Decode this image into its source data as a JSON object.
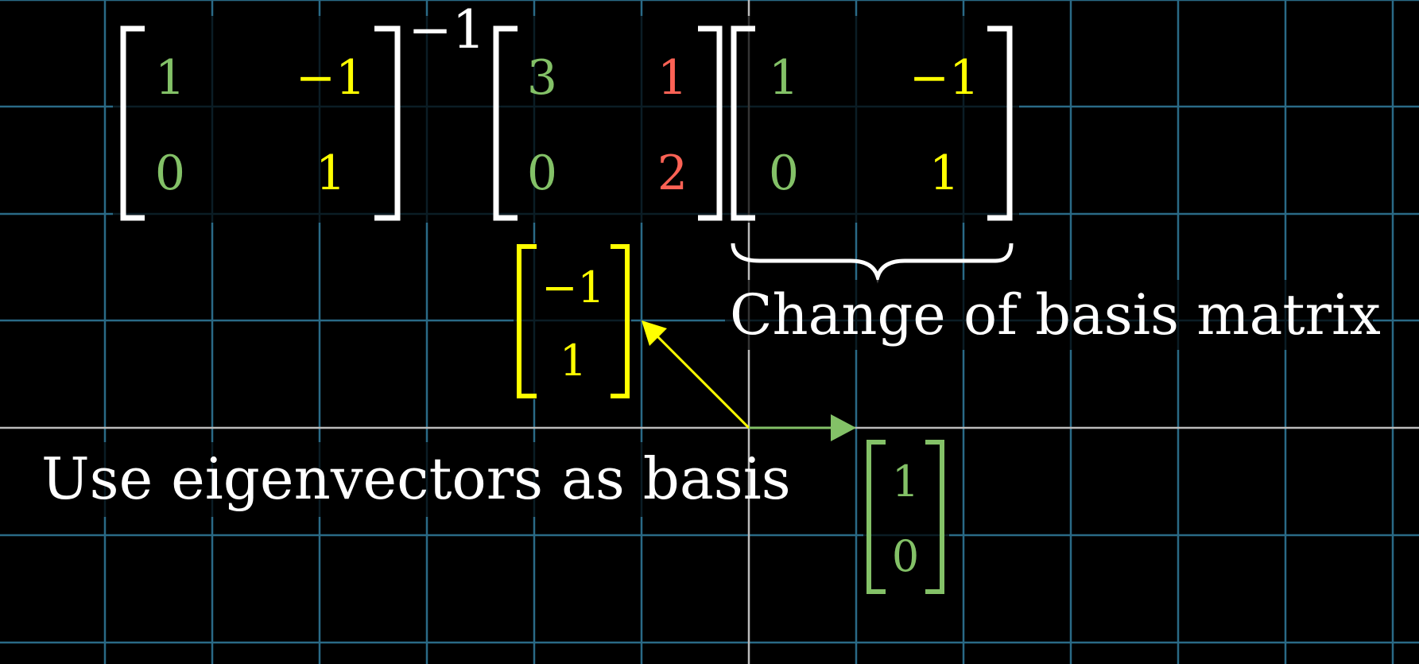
{
  "colors": {
    "background": "#000000",
    "grid": "#2a6a86",
    "axis": "#bbbbbb",
    "green": "#83c167",
    "yellow": "#ffff00",
    "red": "#fc6255",
    "white": "#ffffff"
  },
  "equation": {
    "inverse_matrix": {
      "rows": [
        [
          "1",
          "−1"
        ],
        [
          "0",
          "1"
        ]
      ],
      "column_colors": [
        "green",
        "yellow"
      ]
    },
    "inverse_exponent": "−1",
    "transform_matrix": {
      "rows": [
        [
          "3",
          "1"
        ],
        [
          "0",
          "2"
        ]
      ],
      "column_colors": [
        "green",
        "red"
      ]
    },
    "basis_matrix": {
      "rows": [
        [
          "1",
          "−1"
        ],
        [
          "0",
          "1"
        ]
      ],
      "column_colors": [
        "green",
        "yellow"
      ]
    }
  },
  "labels": {
    "change_of_basis": "Change of basis matrix",
    "use_eigenvectors": "Use eigenvectors as basis"
  },
  "vectors": {
    "eigen_yellow": {
      "components": [
        "−1",
        "1"
      ],
      "color": "yellow"
    },
    "eigen_green": {
      "components": [
        "1",
        "0"
      ],
      "color": "green"
    }
  }
}
